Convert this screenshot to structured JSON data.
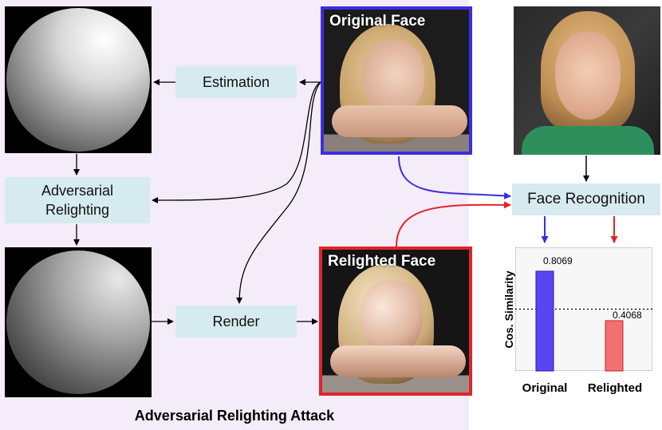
{
  "diagram": {
    "caption": "Adversarial Relighting Attack",
    "boxes": {
      "estimation": "Estimation",
      "adversarial_relighting_line1": "Adversarial",
      "adversarial_relighting_line2": "Relighting",
      "render": "Render",
      "face_recognition": "Face Recognition"
    },
    "images": {
      "original_face_label": "Original Face",
      "relighted_face_label": "Relighted Face"
    },
    "colors": {
      "panel_bg": "#f5ecf9",
      "box_bg": "#d6ebef",
      "original_accent": "#3b2ee0",
      "relighted_accent": "#e0242a"
    }
  },
  "chart_data": {
    "type": "bar",
    "ylabel": "Cos. Similarity",
    "categories": [
      "Original",
      "Relighted"
    ],
    "values": [
      0.8069,
      0.4068
    ],
    "value_labels": [
      "0.8069",
      "0.4068"
    ],
    "ylim": [
      0,
      1
    ],
    "threshold": 0.5,
    "colors": [
      "#5b45f0",
      "#f27070"
    ]
  }
}
